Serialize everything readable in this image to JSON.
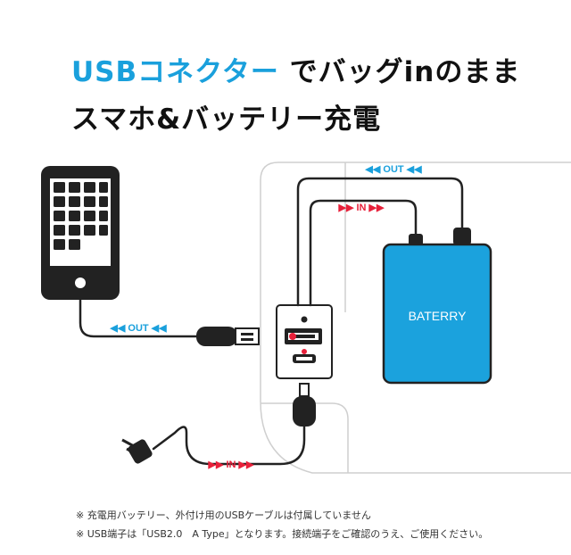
{
  "headline": {
    "line1_accent": "USBコネクター",
    "line1_rest": " でバッグinのまま",
    "line2": "スマホ&バッテリー充電"
  },
  "labels": {
    "out_top": "◀◀ OUT ◀◀",
    "in_top": "▶▶ IN ▶▶",
    "out_left": "◀◀ OUT ◀◀",
    "in_bottom": "▶▶ IN ▶▶",
    "battery": "BATERRY"
  },
  "notes": [
    "※ 充電用バッテリー、外付け用のUSBケーブルは付属していません",
    "※ USB端子は「USB2.0　A Type」となります。接続端子をご確認のうえ、ご使用ください。"
  ],
  "colors": {
    "accent": "#1aa0dc",
    "in_label": "#e8203a",
    "battery": "#1ba2dd",
    "text": "#111111"
  }
}
